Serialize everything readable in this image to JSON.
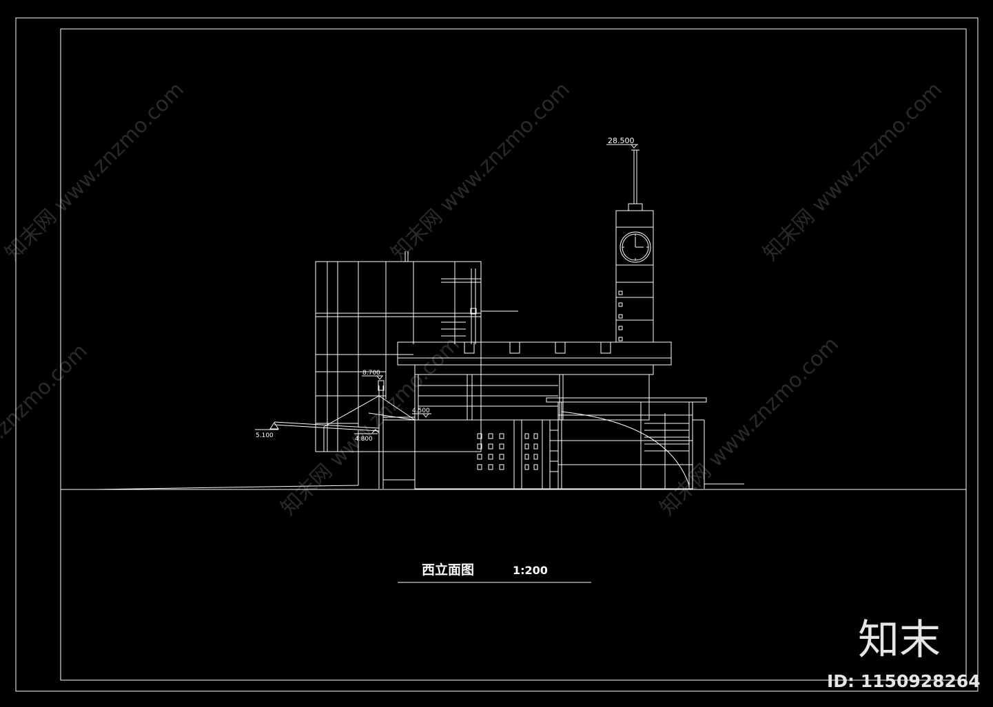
{
  "drawing": {
    "title": "西立面图",
    "scale": "1:200"
  },
  "elevations": {
    "top": "28.500",
    "mid": "8.700",
    "roof_low": "4.500",
    "left_end": "5.100",
    "canopy": "4.800"
  },
  "watermark": {
    "text": "知末网 www.znzmo.com"
  },
  "brand": {
    "logo_text": "知末",
    "id_text": "ID: 1150928264"
  },
  "colors": {
    "background": "#000000",
    "line": "#ffffff"
  }
}
